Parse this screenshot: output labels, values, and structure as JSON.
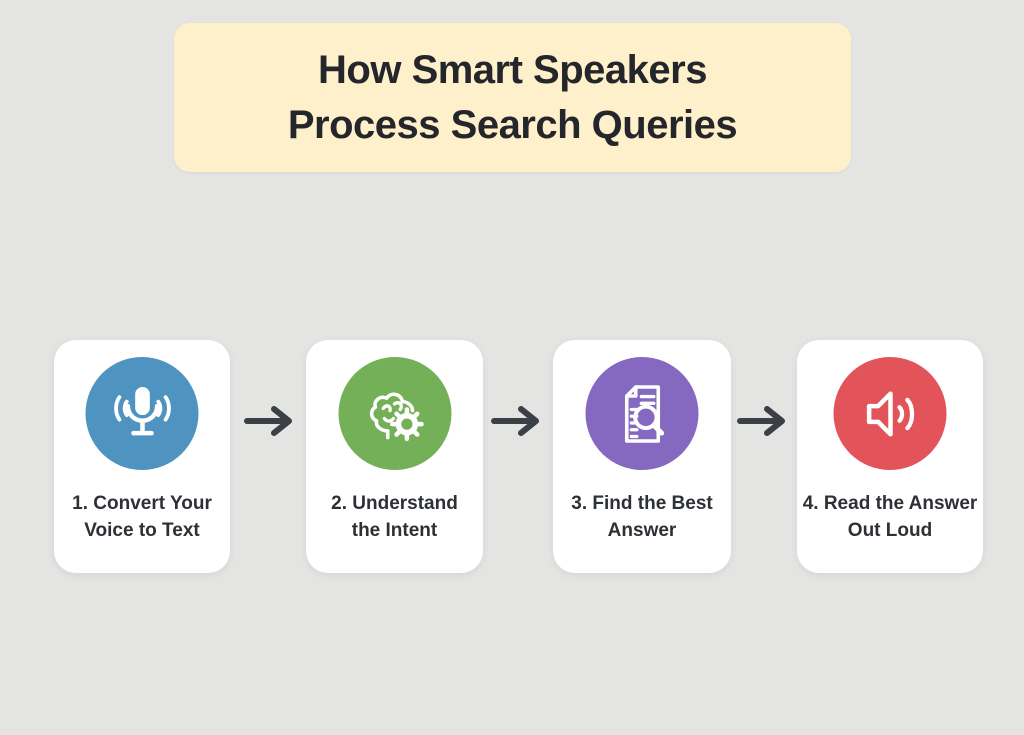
{
  "title": {
    "line1": "How Smart Speakers",
    "line2": "Process Search Queries"
  },
  "colors": {
    "background": "#e4e4e3",
    "title_box": "#fdf0ca",
    "title_text": "#24262b",
    "card": "#ffffff",
    "label_text": "#2d3136",
    "arrow": "#3b4046",
    "icon_glyph": "#ffffff"
  },
  "steps": [
    {
      "icon": "microphone-icon",
      "color": "#4f94c0",
      "label_line1": "1. Convert Your",
      "label_line2": "Voice to Text"
    },
    {
      "icon": "brain-gear-icon",
      "color": "#74b058",
      "label_line1": "2. Understand",
      "label_line2": "the Intent"
    },
    {
      "icon": "document-search-icon",
      "color": "#8568c0",
      "label_line1": "3. Find the Best",
      "label_line2": "Answer"
    },
    {
      "icon": "speaker-icon",
      "color": "#e2545a",
      "label_line1": "4. Read the Answer",
      "label_line2": "Out Loud"
    }
  ]
}
